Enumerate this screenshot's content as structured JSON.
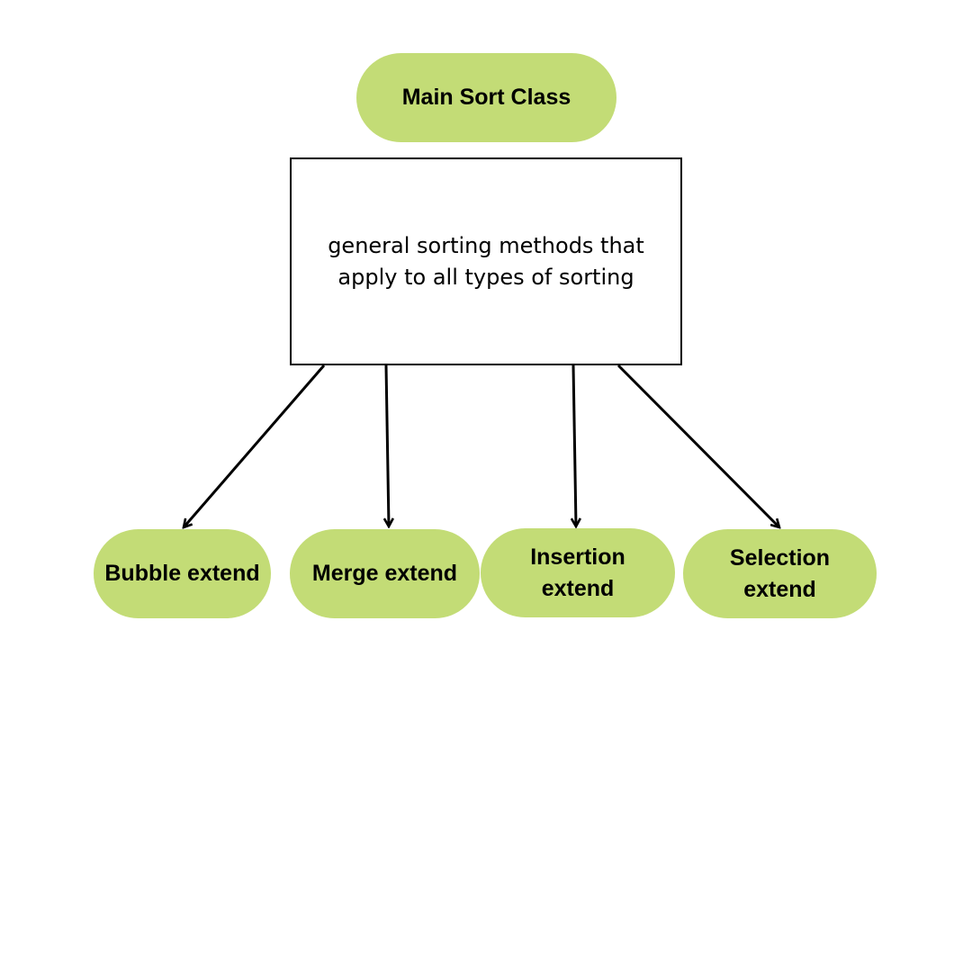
{
  "title_node": {
    "label": "Main Sort Class"
  },
  "base_box": {
    "text": "general sorting methods that apply to all types of sorting"
  },
  "subclasses": [
    {
      "label": "Bubble extend"
    },
    {
      "label": "Merge extend"
    },
    {
      "label": "Insertion extend"
    },
    {
      "label": "Selection extend"
    }
  ],
  "colors": {
    "node_fill": "#c3dc76",
    "stroke": "#000000",
    "background": "#ffffff"
  }
}
